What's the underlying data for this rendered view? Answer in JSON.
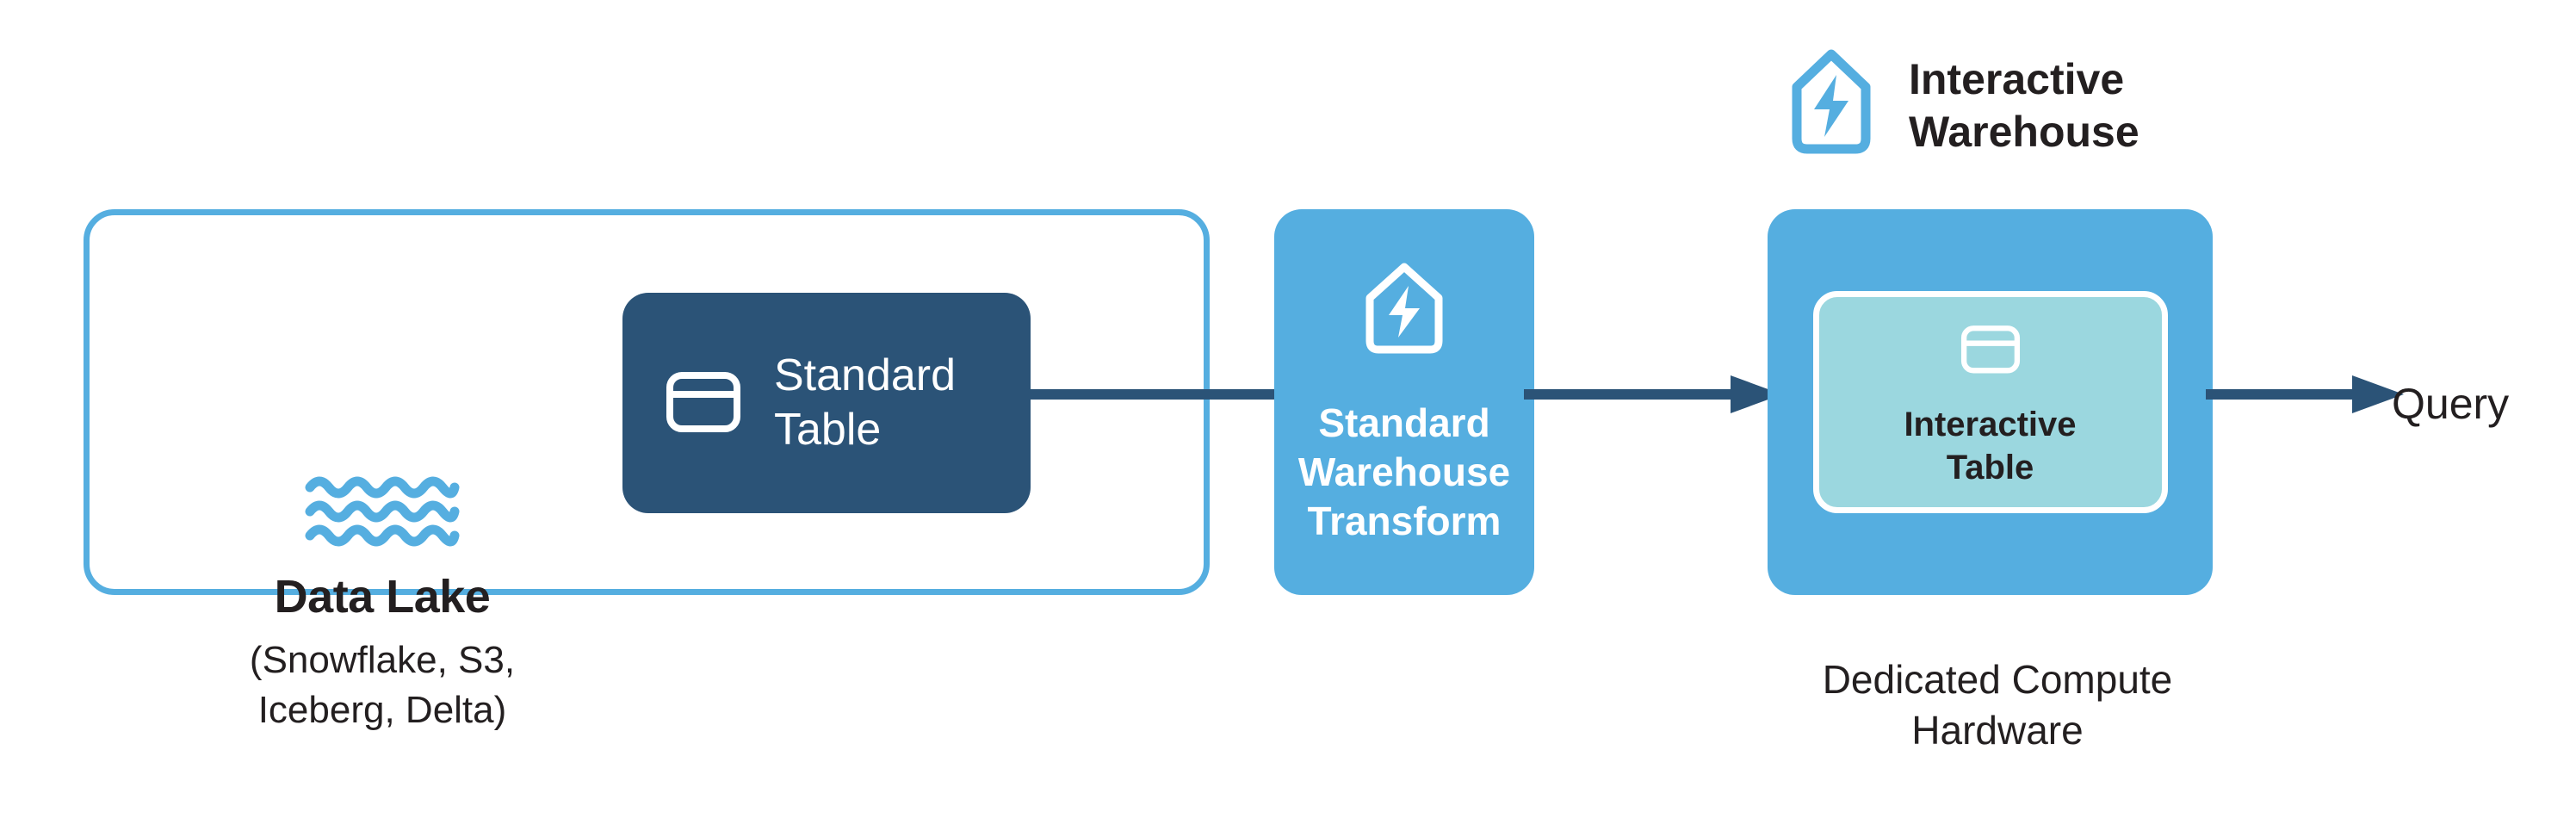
{
  "diagram": {
    "title": "Data lake to interactive warehouse query pipeline",
    "colors": {
      "light_blue": "#55AEE0",
      "dark_navy": "#2B5377",
      "teal": "#9BD7DF",
      "white": "#FFFFFF",
      "text_dark": "#231F20"
    }
  },
  "data_lake": {
    "icon": "water-waves-icon",
    "title": "Data Lake",
    "subtitle": "(Snowflake, S3,\nIceberg, Delta)"
  },
  "standard_table": {
    "icon": "table-icon",
    "label": "Standard\nTable"
  },
  "standard_warehouse_transform": {
    "icon": "warehouse-bolt-icon",
    "label": "Standard\nWarehouse\nTransform"
  },
  "interactive_warehouse": {
    "callout_icon": "warehouse-bolt-icon",
    "callout_label": "Interactive\nWarehouse",
    "caption": "Dedicated Compute\nHardware",
    "inner_table": {
      "icon": "table-icon",
      "label": "Interactive\nTable"
    }
  },
  "output": {
    "label": "Query"
  },
  "connectors": [
    {
      "name": "standard-table-to-warehouse-transform",
      "style": "line",
      "arrowhead": false
    },
    {
      "name": "warehouse-transform-to-interactive-table",
      "style": "line",
      "arrowhead": true
    },
    {
      "name": "interactive-warehouse-to-query",
      "style": "line",
      "arrowhead": true
    }
  ]
}
